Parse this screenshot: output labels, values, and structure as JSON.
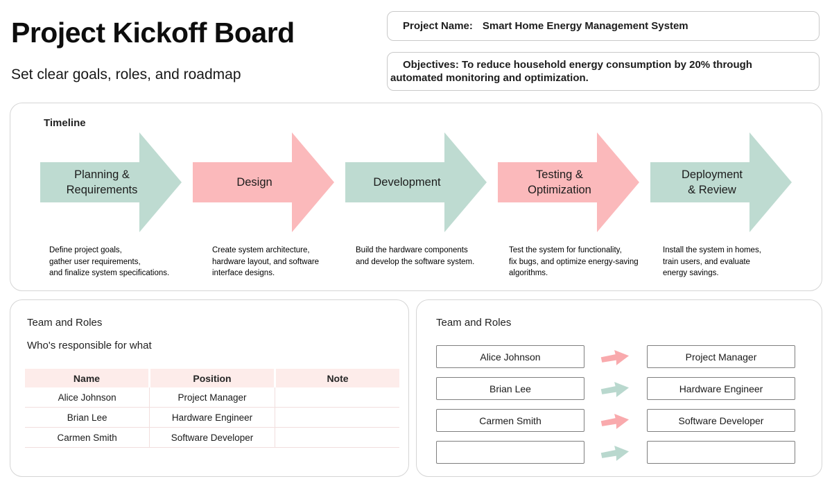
{
  "header": {
    "title": "Project Kickoff Board",
    "subtitle": "Set clear goals, roles, and roadmap",
    "project_name_label": "Project Name:",
    "project_name_value": "Smart Home Energy Management System",
    "objectives_text": "Objectives: To reduce household energy consumption by 20% through\nautomated monitoring and optimization."
  },
  "timeline": {
    "heading": "Timeline",
    "stages": [
      {
        "label": "Planning &\nRequirements",
        "color": "teal",
        "description": "Define project goals,\ngather user requirements,\nand finalize system specifications."
      },
      {
        "label": "Design",
        "color": "pink",
        "description": "Create system architecture,\nhardware layout, and software\ninterface designs."
      },
      {
        "label": "Development",
        "color": "teal",
        "description": "Build the hardware components\nand develop the software system."
      },
      {
        "label": "Testing &\nOptimization",
        "color": "pink",
        "description": "Test the system for functionality,\nfix bugs, and optimize energy-saving\nalgorithms."
      },
      {
        "label": "Deployment\n& Review",
        "color": "teal",
        "description": "Install the system in homes,\ntrain users, and evaluate\nenergy savings."
      }
    ]
  },
  "team_table": {
    "heading": "Team and Roles",
    "subheading": "Who's responsible for what",
    "columns": [
      "Name",
      "Position",
      "Note"
    ],
    "rows": [
      {
        "name": "Alice Johnson",
        "position": "Project Manager",
        "note": ""
      },
      {
        "name": "Brian Lee",
        "position": "Hardware Engineer",
        "note": ""
      },
      {
        "name": "Carmen Smith",
        "position": "Software Developer",
        "note": ""
      }
    ]
  },
  "team_mapping": {
    "heading": "Team and Roles",
    "pairs": [
      {
        "name": "Alice Johnson",
        "position": "Project Manager",
        "arrow_color": "pink"
      },
      {
        "name": "Brian Lee",
        "position": "Hardware Engineer",
        "arrow_color": "teal"
      },
      {
        "name": "Carmen Smith",
        "position": "Software Developer",
        "arrow_color": "pink"
      },
      {
        "name": "",
        "position": "",
        "arrow_color": "teal"
      }
    ]
  },
  "colors": {
    "teal": "#bedbd1",
    "pink": "#fbb9bb",
    "arrow_pink": "#f9aaad",
    "arrow_teal": "#b9d8ce",
    "table_header_bg": "#fdecea",
    "panel_border": "#d5d5d5",
    "box_border": "#c9c9c9",
    "cell_border": "#f1dedd"
  }
}
